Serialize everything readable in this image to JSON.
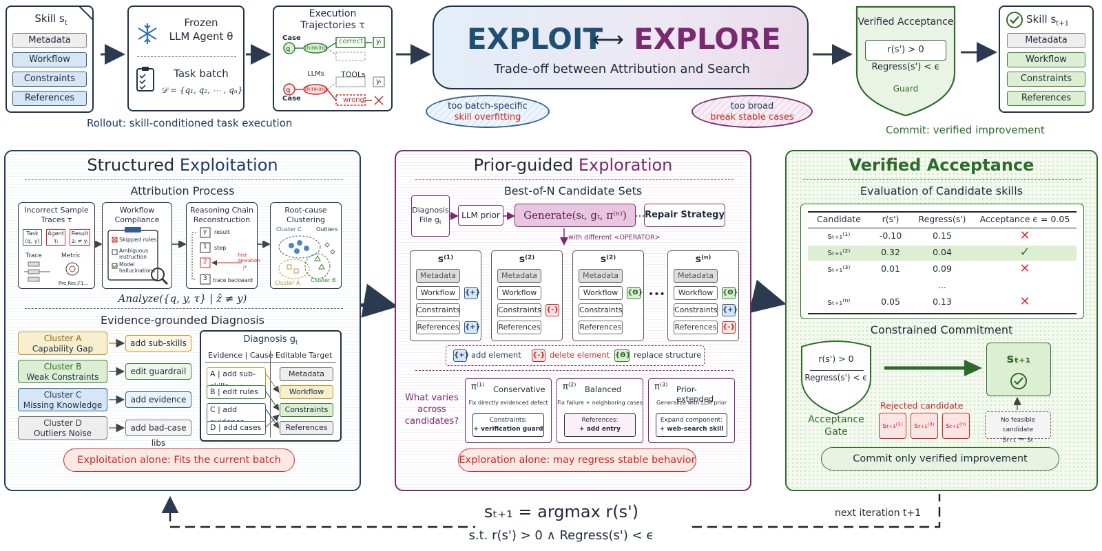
{
  "top": {
    "skill_t": {
      "title": "Skill s",
      "sub": "t",
      "items": [
        "Metadata",
        "Workflow",
        "Constraints",
        "References"
      ]
    },
    "frozen": {
      "line1": "Frozen",
      "line2": "LLM Agent θ",
      "task_batch": "Task batch",
      "formula": "𝒟 = {q₁, q₂, ⋯ , qₙ}"
    },
    "trajectories": {
      "title1": "Execution",
      "title2": "Trajectories τ",
      "case": "Case",
      "q": "q",
      "thinking": "thinking",
      "correct": "correct",
      "wrong": "wrong",
      "llms": "LLMs",
      "tools": "TOOLs",
      "yi": "yᵢ"
    },
    "rollout_caption": "Rollout: skill-conditioned task execution",
    "exploit": "EXPLOIT",
    "explore": "EXPLORE",
    "tradeoff": "Trade-off between Attribution and Search",
    "bubble_left": {
      "line1": "too batch-specific",
      "line2": "skill overfitting"
    },
    "bubble_right": {
      "line1": "too broad",
      "line2": "break stable cases"
    },
    "guard": {
      "title": "Verified Acceptance",
      "c1": "r(s') > 0",
      "c2": "Regress(s') < ϵ",
      "label": "Guard"
    },
    "skill_next": {
      "title": "Skill s",
      "sub": "t+1",
      "items": [
        "Metadata",
        "Workflow",
        "Constraints",
        "References"
      ]
    },
    "commit_caption": "Commit: verified improvement"
  },
  "exploitation": {
    "title_a": "Structured ",
    "title_b": "Exploitation",
    "attribution": "Attribution Process",
    "step1": {
      "t1": "Incorrect Sample",
      "t2": "Traces τ",
      "task": "Task",
      "task_sub": "(q, y)",
      "agent": "Agent",
      "agent_sub": "τᵢ",
      "result": "Result",
      "result_sub": "zᵢ ≠ yᵢ",
      "trace": "Trace",
      "metric": "Metric",
      "metric_sub": "Pre,Rec,F1..."
    },
    "step2": {
      "t1": "Workflow",
      "t2": "Compliance",
      "c1": "Skipped rules",
      "c2": "Ambiguous instruction",
      "c3": "Model hallucinations"
    },
    "step3": {
      "t1": "Reasoning Chain",
      "t2": "Reconstruction",
      "result": "result",
      "step": "step",
      "first": "first deviation",
      "jstar": "j*",
      "back": "trace backward",
      "n_y": "y",
      "n_1": "1",
      "n_2": "2",
      "n_3": "3"
    },
    "step4": {
      "t1": "Root-cause",
      "t2": "Clustering",
      "cluster_c": "Cluster C",
      "outliers": "Outliers",
      "cluster_a": "Cluster A",
      "cluster_b": "Cluster B"
    },
    "analyze": "Analyze({q, y, τ} | ẑ ≠ y)",
    "diagnosis_title": "Evidence-grounded Diagnosis",
    "clusters": [
      {
        "name": "Cluster A",
        "desc": "Capability Gap",
        "action": "add sub-skills"
      },
      {
        "name": "Cluster B",
        "desc": "Weak Constraints",
        "action": "edit guardrail"
      },
      {
        "name": "Cluster C",
        "desc": "Missing Knowledge",
        "action": "add evidence"
      },
      {
        "name": "Cluster D",
        "desc": "Outliers Noise",
        "action": "add bad-case libs"
      }
    ],
    "diag_doc": {
      "title": "Diagnosis g",
      "sub": "t",
      "col1": "Evidence | Cause",
      "col2": "Editable Target",
      "rows": [
        {
          "e": "A | add sub-skills",
          "t": "Metadata"
        },
        {
          "e": "B |  edit rules",
          "t": "Workflow"
        },
        {
          "e": "C | add evidence",
          "t": "Constraints"
        },
        {
          "e": "D |  add cases",
          "t": "References"
        }
      ]
    },
    "warning": "Exploitation alone: Fits the current batch"
  },
  "exploration": {
    "title_a": "Prior-guided ",
    "title_b": "Exploration",
    "best_of_n": "Best-of-N Candidate Sets",
    "diag_file": "Diagnosis File g",
    "diag_sub": "t",
    "llm_prior": "LLM prior",
    "generate": "Generate(sₜ, gₜ, π⁽ⁿ⁾)",
    "repair": "Repair Strategy",
    "operator_note": "with different <OPERATOR>",
    "candidates": [
      {
        "title": "s⁽¹⁾",
        "rows": [
          "Metadata",
          "Workflow",
          "Constraints",
          "References"
        ],
        "tags": [
          "",
          "{+}",
          "",
          "{+}"
        ]
      },
      {
        "title": "s⁽²⁾",
        "rows": [
          "Metadata",
          "Workflow",
          "Constraints",
          "References"
        ],
        "tags": [
          "",
          "",
          "{-}",
          ""
        ]
      },
      {
        "title": "s⁽²⁾",
        "rows": [
          "Metadata",
          "Workflow",
          "Constraints",
          "References"
        ],
        "tags": [
          "",
          "{Θ}",
          "",
          ""
        ]
      },
      {
        "title": "s⁽ⁿ⁾",
        "rows": [
          "Metadata",
          "Workflow",
          "Constraints",
          "References"
        ],
        "tags": [
          "",
          "{Θ}",
          "{+}",
          "{-}"
        ]
      }
    ],
    "ellipsis": "•••",
    "legend": [
      {
        "tag": "{+}",
        "label": "add element"
      },
      {
        "tag": "{-}",
        "label": "delete element"
      },
      {
        "tag": "{Θ}",
        "label": "replace structure"
      }
    ],
    "question": "What varies across candidates?",
    "strategies": [
      {
        "pi": "π⁽¹⁾",
        "name": "Conservative",
        "desc": "Fix directly evidenced defect",
        "box1": "Constraints:",
        "box2": "+ verification guard"
      },
      {
        "pi": "π⁽²⁾",
        "name": "Balanced",
        "desc": "Fix failure + neighboring cases",
        "box1": "References:",
        "box2": "+ add entry"
      },
      {
        "pi": "π⁽³⁾",
        "name": "Prior-extended",
        "desc": "Generalize with LLM prior",
        "box1": "Expand component:",
        "box2": "+ web-search skill"
      }
    ],
    "warning": "Exploration alone: may regress stable behavior"
  },
  "verified": {
    "title": "Verified Acceptance",
    "eval_title": "Evaluation of Candidate skills",
    "headers": [
      "Candidate",
      "r(s')",
      "Regress(s')",
      "Acceptance ϵ = 0.05"
    ],
    "rows": [
      {
        "c": "sₜ₊₁⁽¹⁾",
        "r": "-0.10",
        "g": "0.15",
        "ok": false
      },
      {
        "c": "sₜ₊₁⁽²⁾",
        "r": "0.32",
        "g": "0.04",
        "ok": true
      },
      {
        "c": "sₜ₊₁⁽³⁾",
        "r": "0.01",
        "g": "0.09",
        "ok": false
      },
      {
        "c": "",
        "r": "",
        "g": "...",
        "ok": null
      },
      {
        "c": "sₜ₊₁⁽ⁿ⁾",
        "r": "0.05",
        "g": "0.13",
        "ok": false
      }
    ],
    "constrained": "Constrained Commitment",
    "gate_c1": "r(s') > 0",
    "gate_c2": "Regress(s') < ϵ",
    "gate_label1": "Acceptance",
    "gate_label2": "Gate",
    "s_next": "sₜ₊₁",
    "rejected_label": "Rejected candidate",
    "rejected": [
      "sₜ₊₁⁽¹⁾",
      "sₜ₊₁⁽³⁾",
      "sₜ₊₁⁽ⁿ⁾"
    ],
    "no_feasible1": "No feasible candidate",
    "no_feasible2": "sₜ₊₁ = sₜ",
    "commit": "Commit only verified improvement"
  },
  "bottom": {
    "formula": "sₜ₊₁ = argmax r(s')",
    "constraint": "s.t.    r(s') > 0  ∧  Regress(s') < ϵ",
    "next_iter": "next iteration t+1"
  },
  "colors": {
    "navy": "#1f3b66",
    "purple": "#7a2a6f",
    "green": "#2e6b2a",
    "red": "#c62828"
  }
}
